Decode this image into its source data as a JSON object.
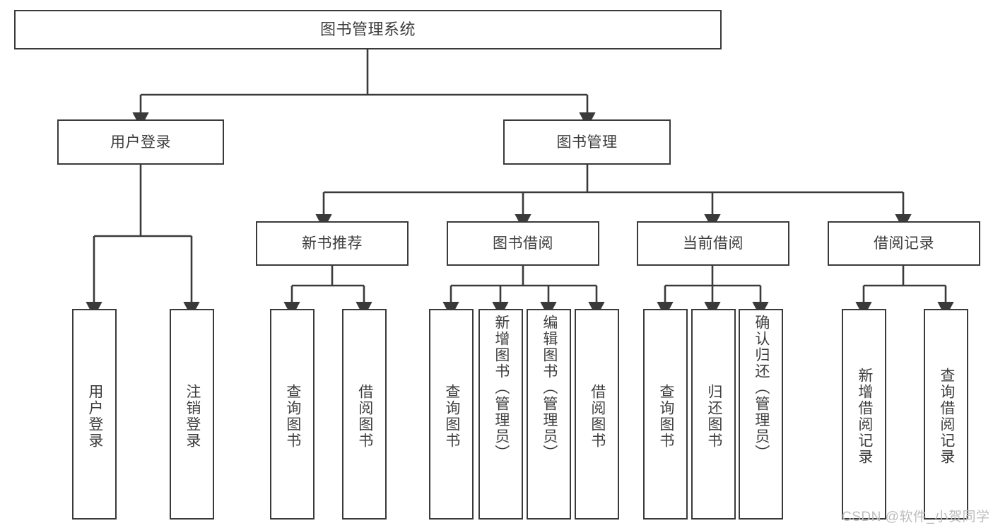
{
  "diagram": {
    "title": "图书管理系统",
    "type": "tree-hierarchy-chart",
    "orientation": "top-down",
    "colors": {
      "box_border": "#3a3a3a",
      "box_fill": "#ffffff",
      "edge": "#3a3a3a",
      "text": "#3d3d3d",
      "watermark": "#bdbdbd",
      "background": "#ffffff"
    },
    "watermark": "CSDN @软件_小贺同学",
    "nodes": {
      "root": {
        "label": "图书管理系统"
      },
      "level1": [
        {
          "label": "用户登录"
        },
        {
          "label": "图书管理"
        }
      ],
      "level2": [
        {
          "label": "新书推荐"
        },
        {
          "label": "图书借阅"
        },
        {
          "label": "当前借阅"
        },
        {
          "label": "借阅记录"
        }
      ],
      "leaves": {
        "user_login": [
          {
            "label": "用户登录"
          },
          {
            "label": "注销登录"
          }
        ],
        "new_book_recommend": [
          {
            "label": "查询图书"
          },
          {
            "label": "借阅图书"
          }
        ],
        "book_borrow": [
          {
            "label": "查询图书"
          },
          {
            "label": "新增图书（管理员）"
          },
          {
            "label": "编辑图书（管理员）"
          },
          {
            "label": "借阅图书"
          }
        ],
        "current_borrow": [
          {
            "label": "查询图书"
          },
          {
            "label": "归还图书"
          },
          {
            "label": "确认归还（管理员）"
          }
        ],
        "borrow_record": [
          {
            "label": "新增借阅记录"
          },
          {
            "label": "查询借阅记录"
          }
        ]
      }
    }
  }
}
